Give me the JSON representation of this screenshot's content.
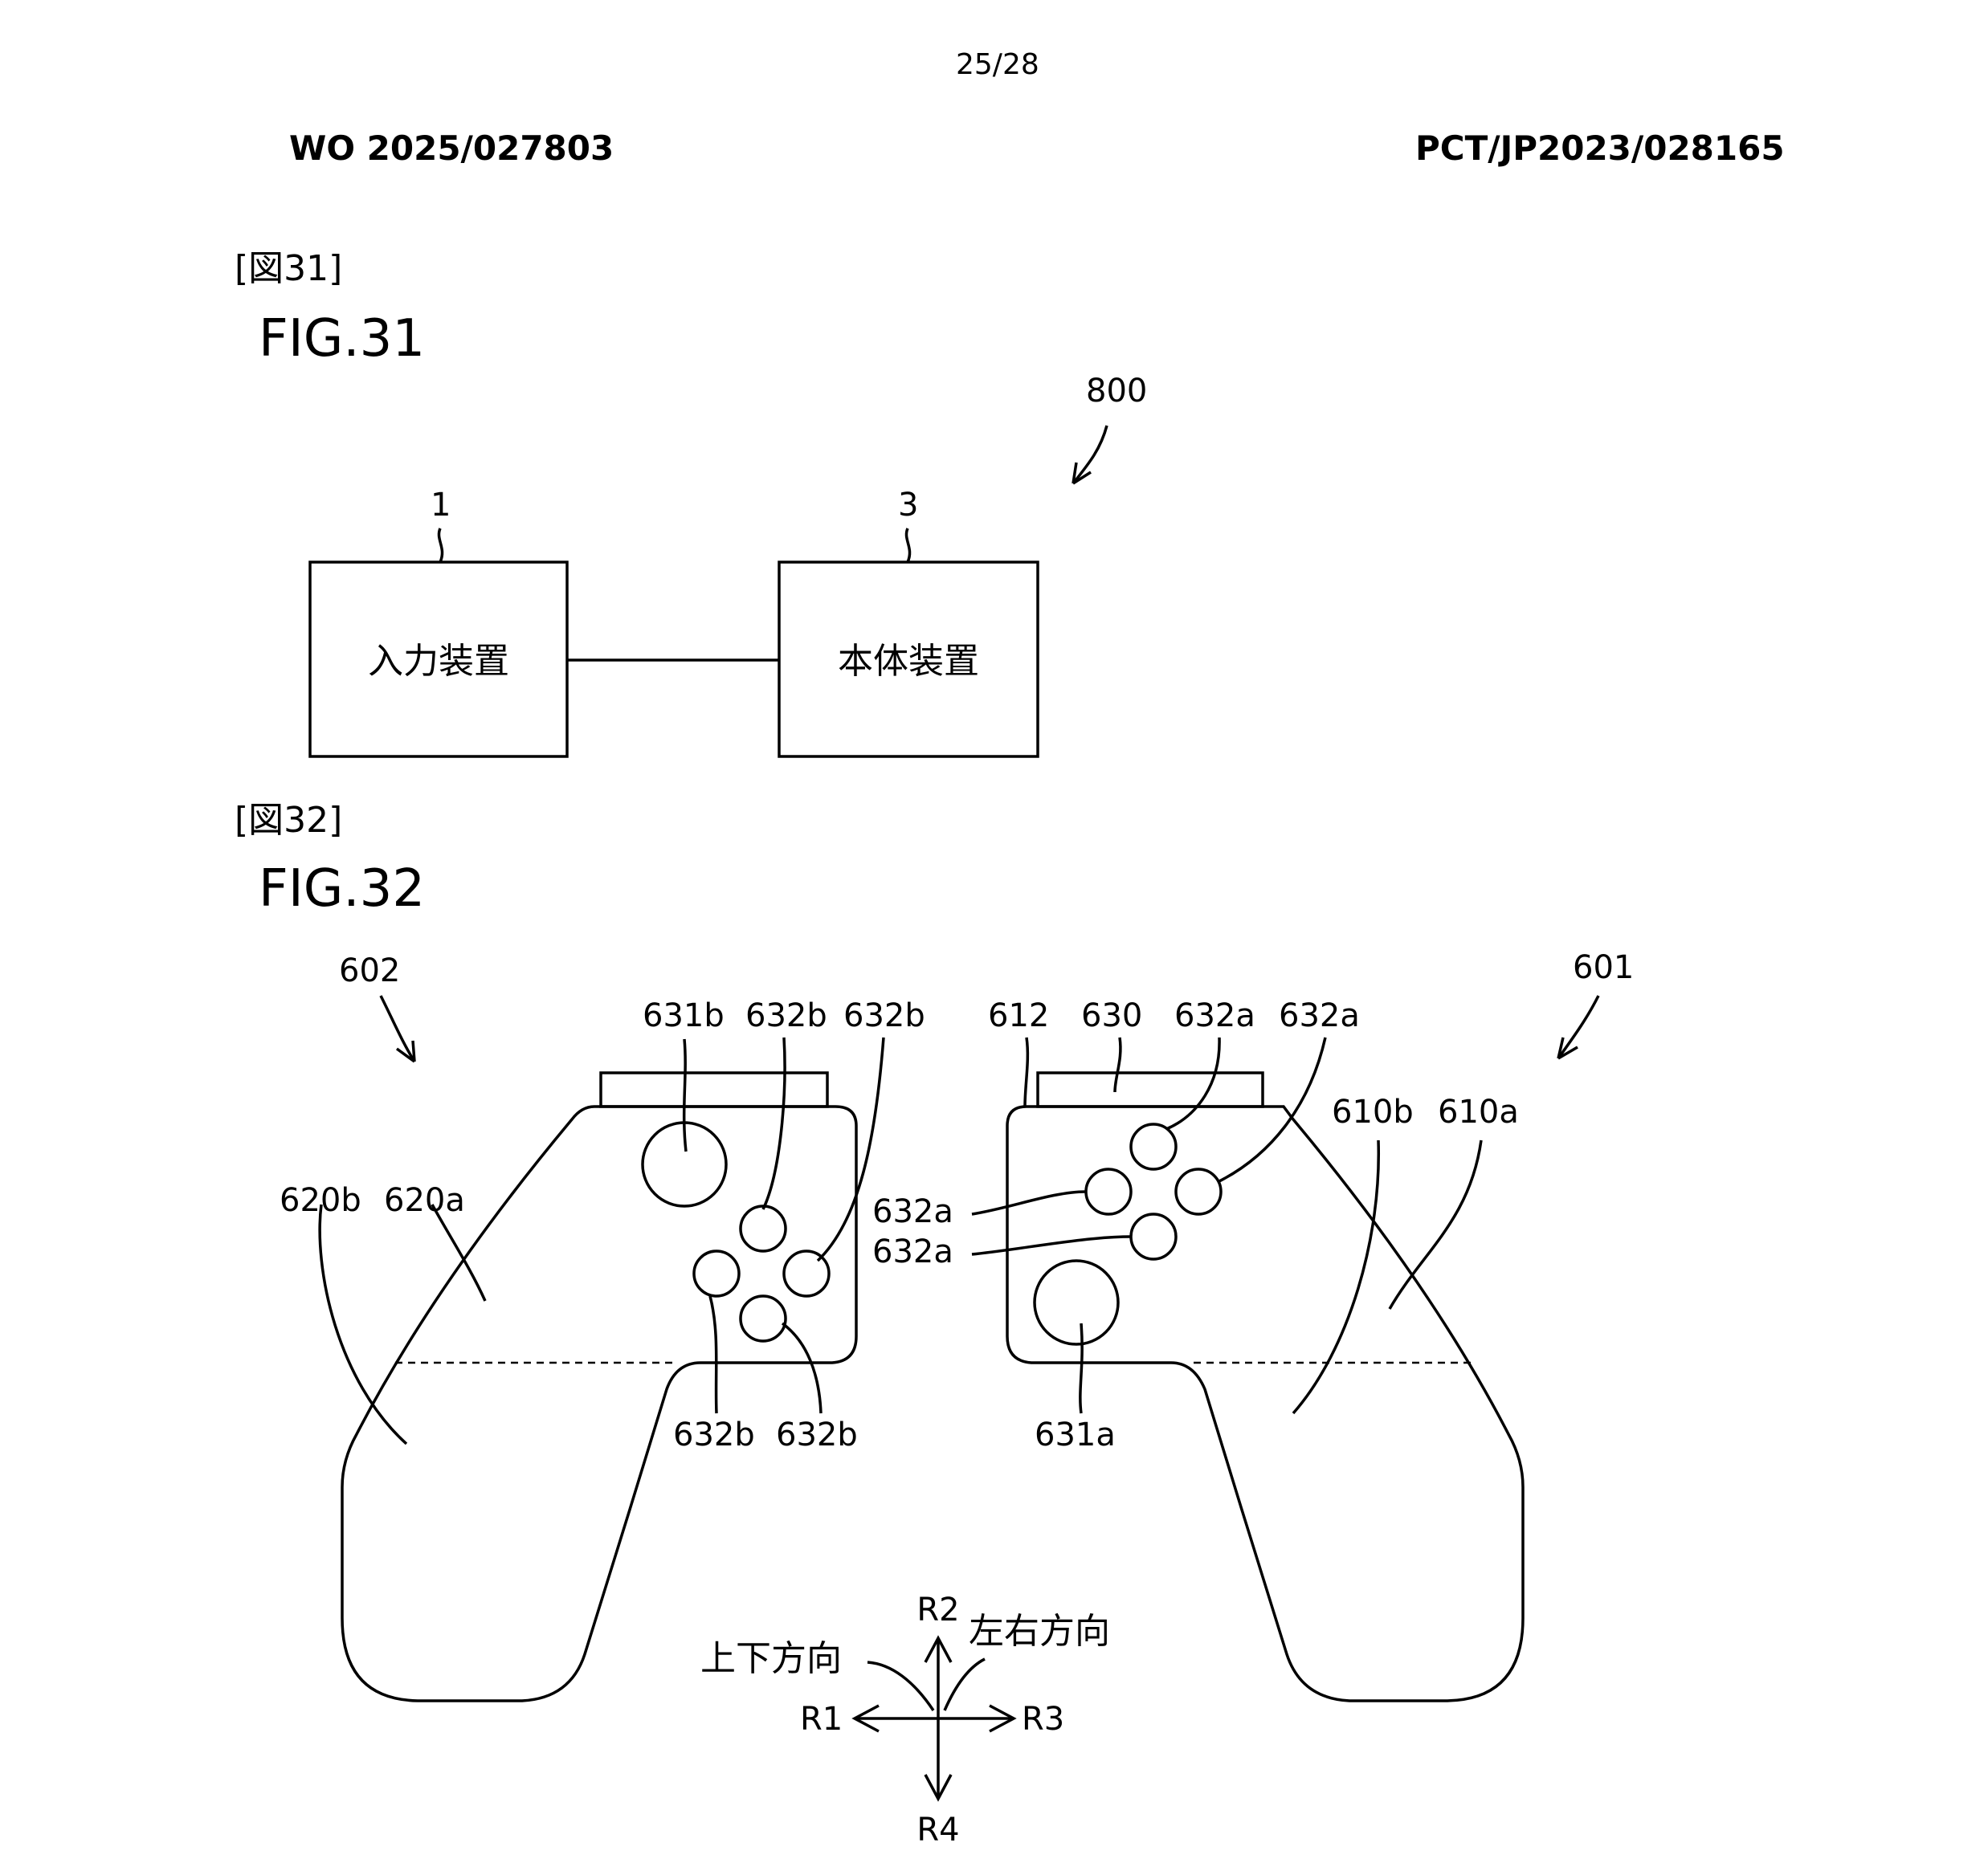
{
  "page_number": "25/28",
  "header": {
    "pub_number": "WO 2025/027803",
    "app_number": "PCT/JP2023/028165"
  },
  "fig31": {
    "tag": "[図31]",
    "title": "FIG.31",
    "ref_system": "800",
    "ref_input": "1",
    "ref_main": "3",
    "box_input": "入力装置",
    "box_main": "本体装置"
  },
  "fig32": {
    "tag": "[図32]",
    "title": "FIG.32",
    "ref_602": "602",
    "ref_601": "601",
    "ref_631b": "631b",
    "ref_632b": "632b",
    "ref_612": "612",
    "ref_630": "630",
    "ref_632a": "632a",
    "ref_620b": "620b",
    "ref_620a": "620a",
    "ref_610b": "610b",
    "ref_610a": "610a",
    "ref_631a": "631a",
    "dir_vertical": "上下方向",
    "dir_horizontal": "左右方向",
    "r1": "R1",
    "r2": "R2",
    "r3": "R3",
    "r4": "R4"
  }
}
